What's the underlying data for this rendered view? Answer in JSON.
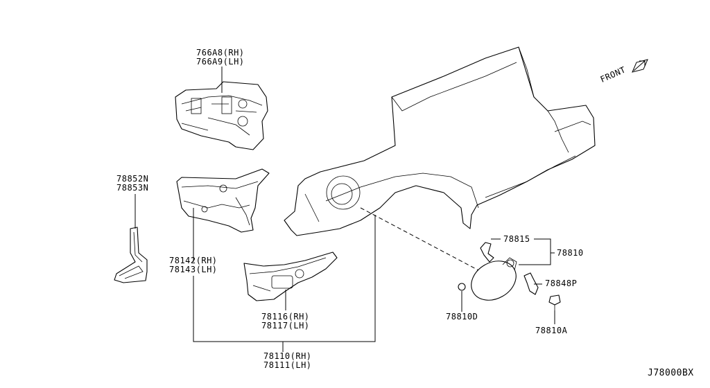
{
  "diagram_id": "J78000BX",
  "front_label": "FRONT",
  "callouts": {
    "c_766a8": {
      "line1": "766A8(RH)",
      "line2": "766A9(LH)"
    },
    "c_78852": {
      "line1": "78852N",
      "line2": "78853N"
    },
    "c_78142": {
      "line1": "78142(RH)",
      "line2": "78143(LH)"
    },
    "c_78116": {
      "line1": "78116(RH)",
      "line2": "78117(LH)"
    },
    "c_78110": {
      "line1": "78110(RH)",
      "line2": "78111(LH)"
    },
    "c_78815": {
      "line1": "78815"
    },
    "c_78810": {
      "line1": "78810"
    },
    "c_78848p": {
      "line1": "78848P"
    },
    "c_78810d": {
      "line1": "78810D"
    },
    "c_78810a": {
      "line1": "78810A"
    }
  }
}
